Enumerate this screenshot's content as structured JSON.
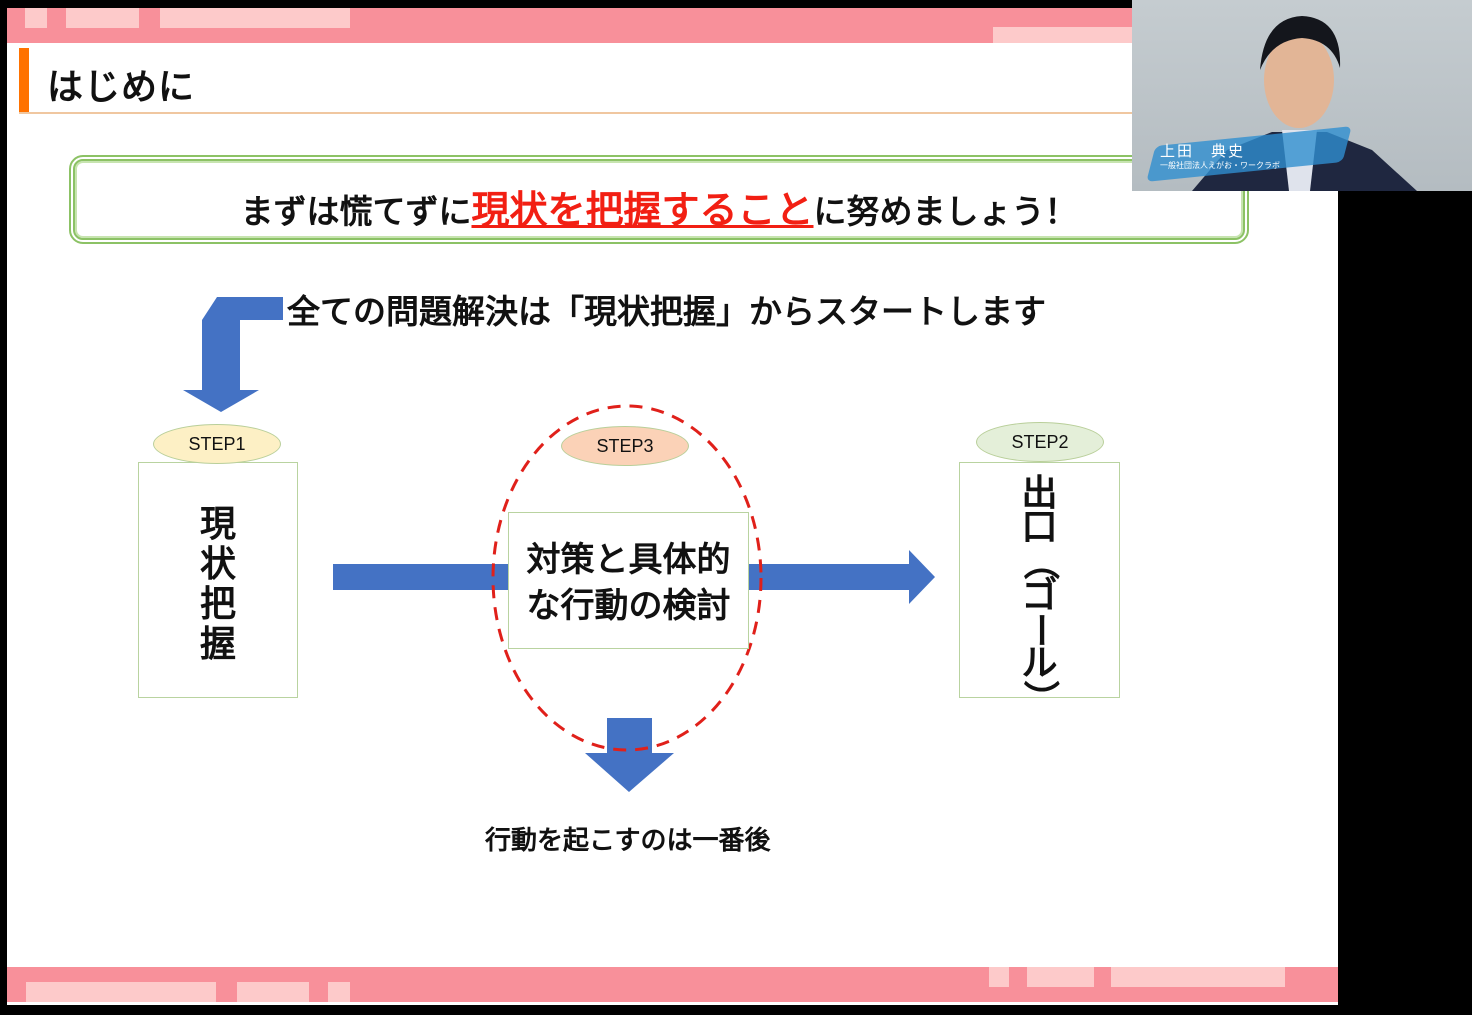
{
  "slide": {
    "title": "はじめに",
    "headline": {
      "prefix": "まずは慌てずに",
      "emphasis": "現状を把握すること",
      "suffix": "に努めましょう！"
    },
    "subheading": "全ての問題解決は「現状把握」からスタートします",
    "steps": [
      {
        "label": "STEP1",
        "text": "現状把握",
        "label_color": "#fdf0c5"
      },
      {
        "label": "STEP3",
        "text": "対策と具体的な行動の検討",
        "line1": "対策と具体的",
        "line2": "な行動の検討",
        "label_color": "#fbd2b7"
      },
      {
        "label": "STEP2",
        "text": "出口（ゴール）",
        "label_color": "#e4efd9"
      }
    ],
    "bottom_note": "行動を起こすのは一番後",
    "colors": {
      "band": "#f8909a",
      "band_block": "#fdcaca",
      "title_accent": "#ff7200",
      "emphasis_red": "#f21f13",
      "arrow_blue": "#4472c4",
      "dashed_circle": "#e0201a",
      "headline_border": "#8cc265"
    }
  },
  "webcam": {
    "name": "上田　典史",
    "organization": "一般社団法人えがお・ワークラボ"
  }
}
